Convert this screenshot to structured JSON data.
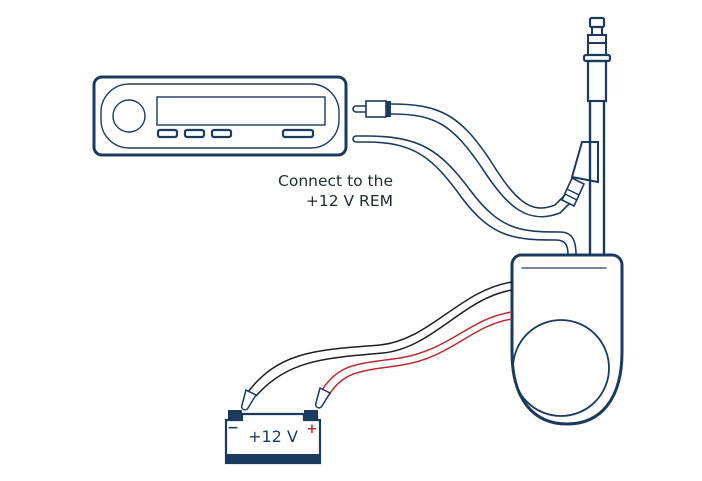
{
  "diagram": {
    "title": "Power antenna wiring",
    "annotation": {
      "line1": "Connect to the",
      "line2": "+12 V REM"
    },
    "battery": {
      "label": "+12 V",
      "negative_symbol": "−",
      "positive_symbol": "+"
    },
    "components": [
      "car-radio-head-unit",
      "rca-antenna-plug",
      "remote-wire",
      "power-antenna-mast",
      "antenna-motor-housing",
      "ground-wire-black",
      "power-wire-red",
      "battery"
    ],
    "colors": {
      "outline": "#1b3a5f",
      "ground_wire": "#1e1e1e",
      "power_wire": "#c0282e",
      "positive_terminal": "#c0282e",
      "background": "#ffffff"
    }
  }
}
